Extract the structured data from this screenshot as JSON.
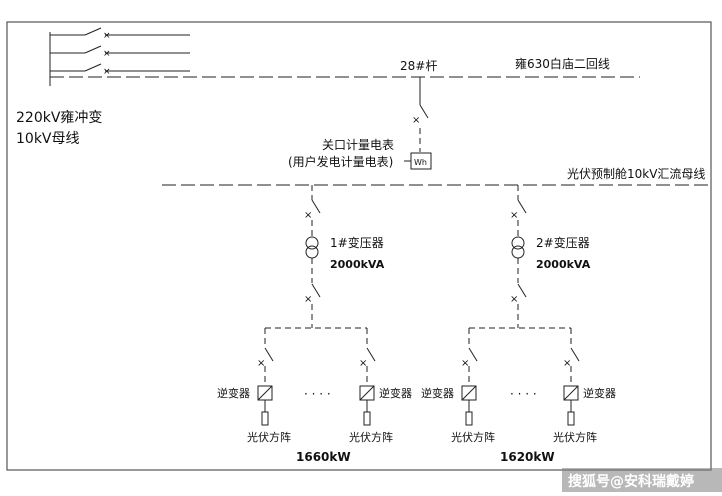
{
  "labels": {
    "source_substation": "220kV雍冲变",
    "source_bus": "10kV母线",
    "pole": "28#杆",
    "line_name": "雍630白庙二回线",
    "meter_title": "关口计量电表",
    "meter_subtitle": "(用户发电计量电表)",
    "pv_bus": "光伏预制舱10kV汇流母线",
    "meter_symbol": "Wh"
  },
  "transformers": [
    {
      "name": "1#变压器",
      "rating": "2000kVA",
      "capacity": "1660kW",
      "branches": [
        {
          "inverter": "逆变器",
          "array": "光伏方阵"
        },
        {
          "inverter": "逆变器",
          "array": "光伏方阵"
        }
      ],
      "ellipsis": "· · · ·"
    },
    {
      "name": "2#变压器",
      "rating": "2000kVA",
      "capacity": "1620kW",
      "branches": [
        {
          "inverter": "逆变器",
          "array": "光伏方阵"
        },
        {
          "inverter": "逆变器",
          "array": "光伏方阵"
        }
      ],
      "ellipsis": "· · · ·"
    }
  ],
  "watermark": "搜狐号@安科瑞戴婷",
  "colors": {
    "line": "#222222",
    "background": "#ffffff",
    "watermark_bg": "#7d7d7d"
  }
}
